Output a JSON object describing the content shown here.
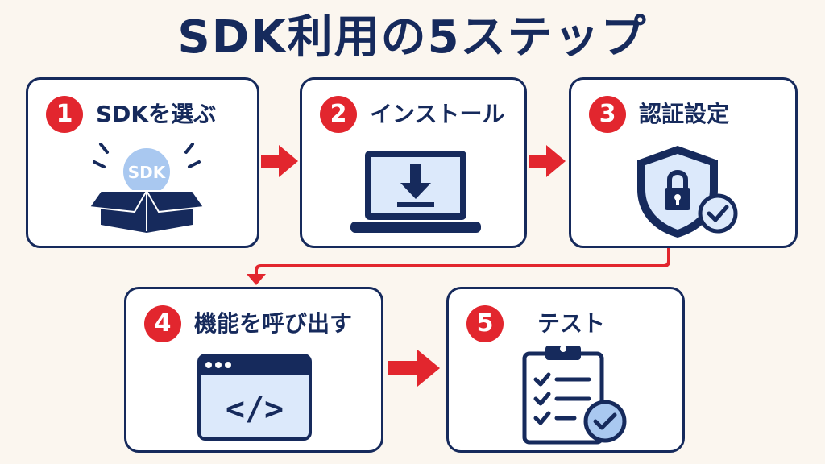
{
  "title": "SDK利用の5ステップ",
  "steps": [
    {
      "number": "1",
      "label": "SDKを選ぶ",
      "icon": "sdk-box-icon",
      "icon_text": "SDK"
    },
    {
      "number": "2",
      "label": "インストール",
      "icon": "laptop-download-icon"
    },
    {
      "number": "3",
      "label": "認証設定",
      "icon": "shield-lock-icon"
    },
    {
      "number": "4",
      "label": "機能を呼び出す",
      "icon": "code-window-icon",
      "icon_text": "</>"
    },
    {
      "number": "5",
      "label": "テスト",
      "icon": "checklist-clipboard-icon"
    }
  ],
  "colors": {
    "navy": "#162a5c",
    "red": "#e2262e",
    "light_blue": "#dce9fb",
    "mid_blue": "#a9c8f0",
    "background": "#fbf6ef"
  }
}
